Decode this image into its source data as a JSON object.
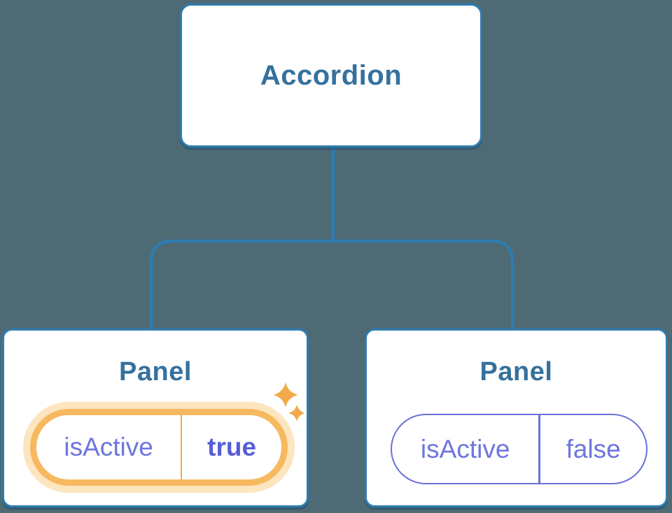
{
  "diagram": {
    "root": {
      "label": "Accordion"
    },
    "panels": [
      {
        "label": "Panel",
        "prop": "isActive",
        "value": "true",
        "active": true,
        "highlight": "orange-glow-with-sparkles"
      },
      {
        "label": "Panel",
        "prop": "isActive",
        "value": "false",
        "active": false,
        "highlight": "none"
      }
    ]
  },
  "colors": {
    "background": "#4e6a75",
    "connector_blue": "#2e7cb0",
    "node_fill": "#ffffff",
    "title_blue": "#35719e",
    "state_purple": "#6d76dd",
    "state_value_bold_purple": "#565ed6",
    "pill_purple_border": "#6a72da",
    "highlight_orange": "#f7b95f",
    "highlight_divider": "#eeab53",
    "highlight_glow": "#fce5bf",
    "sparkle_orange": "#f3aa4d"
  }
}
